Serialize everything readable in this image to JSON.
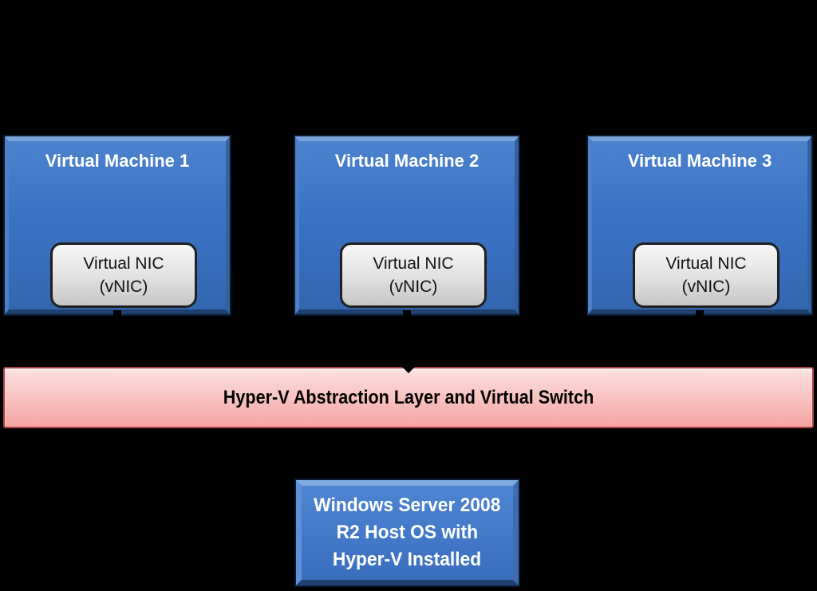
{
  "canvas": {
    "background": "#000000"
  },
  "vms": [
    {
      "title": "Virtual Machine 1",
      "nic": {
        "line1": "Virtual NIC",
        "line2": "(vNIC)"
      }
    },
    {
      "title": "Virtual Machine 2",
      "nic": {
        "line1": "Virtual NIC",
        "line2": "(vNIC)"
      }
    },
    {
      "title": "Virtual Machine 3",
      "nic": {
        "line1": "Virtual NIC",
        "line2": "(vNIC)"
      }
    }
  ],
  "switch_bar": {
    "label": "Hyper-V Abstraction Layer and Virtual Switch",
    "fill_top": "#FCE2E1",
    "fill_bottom": "#F5A3A1",
    "border_color": "#A64240",
    "text_color": "#000000"
  },
  "host_box": {
    "lines": [
      "Windows Server 2008",
      "R2 Host OS with",
      "Hyper-V Installed"
    ],
    "fill": "#4379C8",
    "border_color": "#0A1B33",
    "text_color": "#FFFFFF"
  },
  "colors": {
    "vm_body_blue": "#3B73C4",
    "vm_bevel_highlight": "#7BA4DC",
    "vm_bevel_shadow": "#1F4170",
    "vm_outline": "#0A1B33",
    "vm_title_text": "#FFFFFF",
    "nic_fill_top": "#F7F7F7",
    "nic_fill_bottom": "#C6C6C6",
    "nic_border": "#1F1F1F",
    "nic_text": "#121212",
    "connector_color": "#000000"
  }
}
